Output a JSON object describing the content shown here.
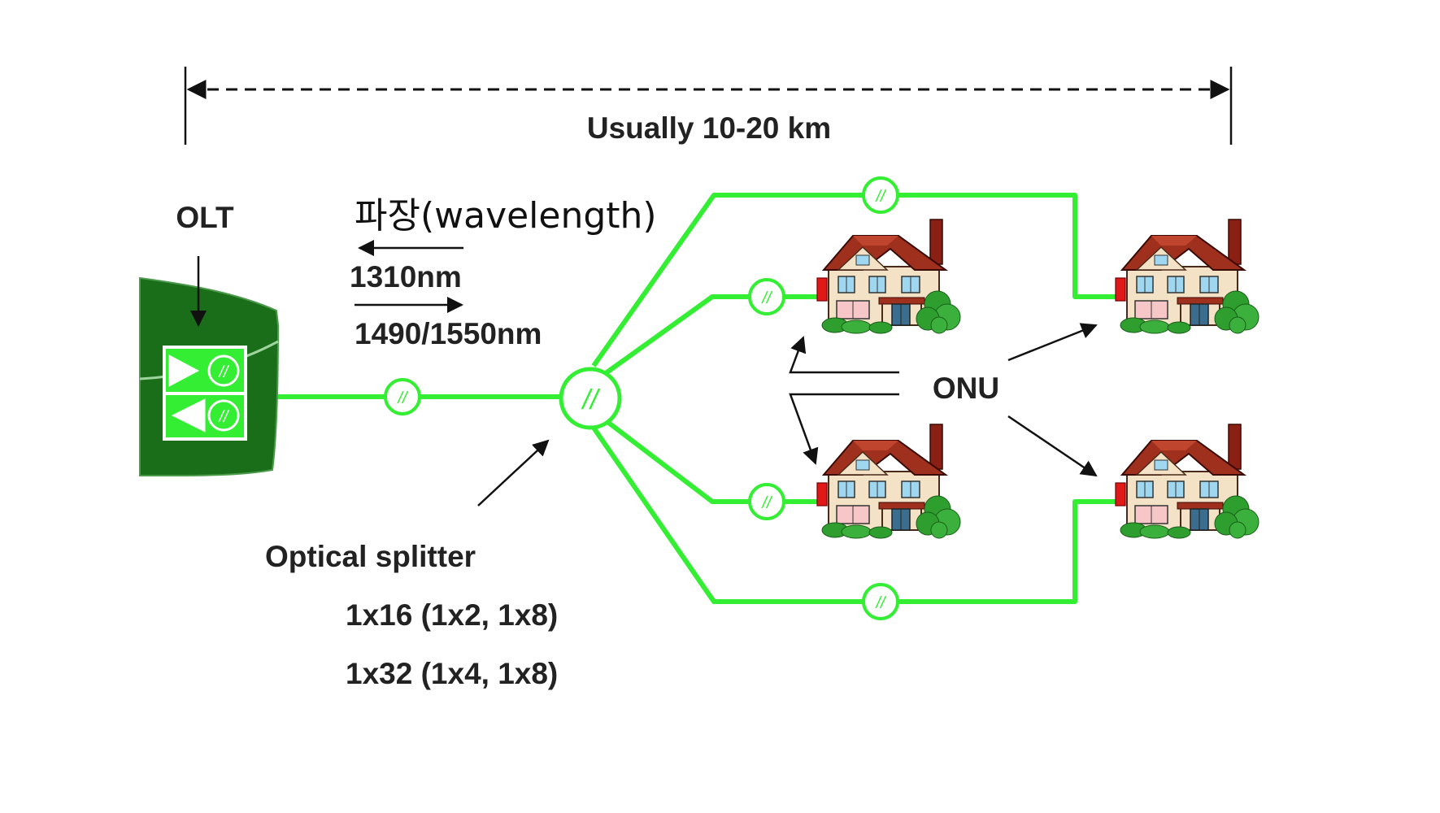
{
  "distance": {
    "label": "Usually 10-20 km"
  },
  "olt": {
    "label": "OLT",
    "port_mark": "//"
  },
  "wavelength": {
    "title": "파장(wavelength)",
    "upstream": "1310nm",
    "downstream": "1490/1550nm"
  },
  "splitter": {
    "label": "Optical splitter",
    "mark": "//",
    "ratio_lines": [
      "1x16 (1x2, 1x8)",
      "1x32 (1x4, 1x8)"
    ]
  },
  "connector_mark": "//",
  "onu": {
    "label": "ONU"
  },
  "colors": {
    "fiber": "#33ee33",
    "olt_body": "#1a6e1a",
    "olt_top": "#4a9a4a",
    "house_roof": "#a0301e",
    "house_wall": "#f3e2c6",
    "tree": "#2e9e2e"
  }
}
